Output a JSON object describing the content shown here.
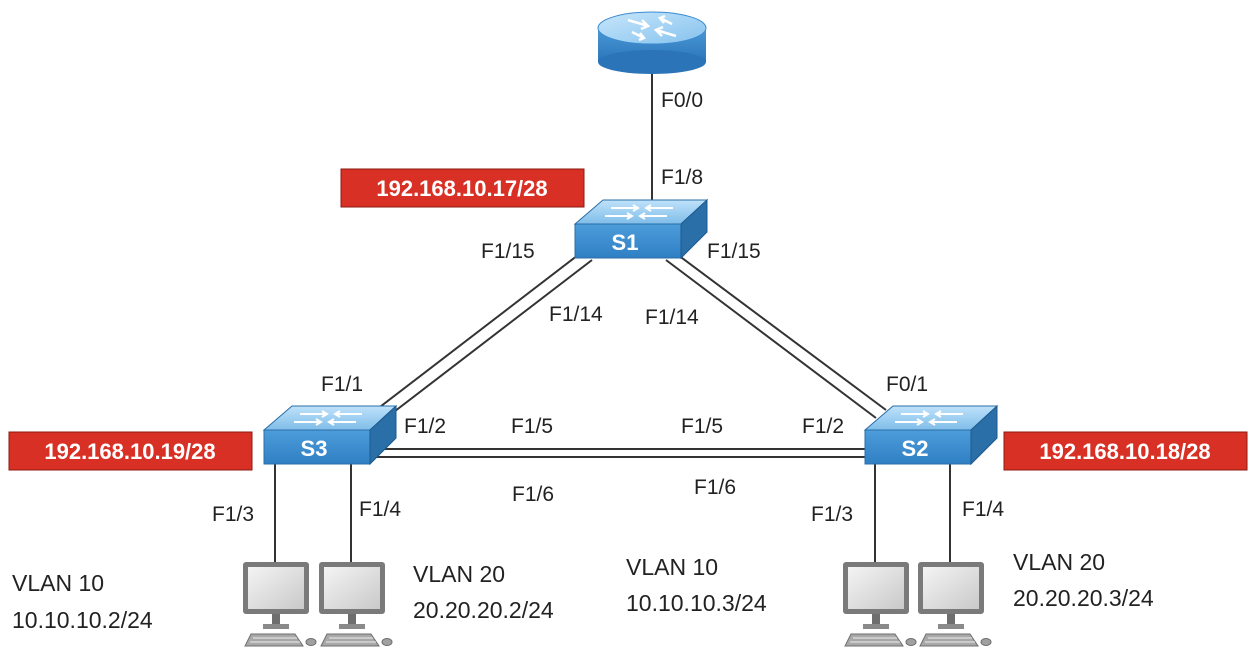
{
  "colors": {
    "ip_badge_fill": "#d93025",
    "ip_badge_border": "#8b1a10",
    "switch_top": "#9fd0f2",
    "switch_front": "#3c8fd1",
    "switch_side": "#2a6fa8",
    "router_top": "#a8d4f5",
    "router_side": "#3b8bd0"
  },
  "devices": {
    "router": {
      "icon": "router-icon"
    },
    "s1": {
      "name": "S1",
      "ip": "192.168.10.17/28",
      "icon": "switch-icon"
    },
    "s2": {
      "name": "S2",
      "ip": "192.168.10.18/28",
      "icon": "switch-icon"
    },
    "s3": {
      "name": "S3",
      "ip": "192.168.10.19/28",
      "icon": "switch-icon"
    }
  },
  "ports": {
    "router_f0_0": "F0/0",
    "s1_f1_8": "F1/8",
    "s1_f1_15_left": "F1/15",
    "s1_f1_15_right": "F1/15",
    "s1_f1_14_left": "F1/14",
    "s1_f1_14_right": "F1/14",
    "s3_f1_1": "F1/1",
    "s3_f1_2": "F1/2",
    "s3_f1_5": "F1/5",
    "s3_f1_6": "F1/6",
    "s3_f1_3": "F1/3",
    "s3_f1_4": "F1/4",
    "s2_f0_1": "F0/1",
    "s2_f1_2": "F1/2",
    "s2_f1_5": "F1/5",
    "s2_f1_6": "F1/6",
    "s2_f1_3": "F1/3",
    "s2_f1_4": "F1/4"
  },
  "hosts": [
    {
      "vlan": "VLAN 10",
      "ip": "10.10.10.2/24",
      "icon": "computer-icon"
    },
    {
      "vlan": "VLAN 20",
      "ip": "20.20.20.2/24",
      "icon": "computer-icon"
    },
    {
      "vlan": "VLAN 10",
      "ip": "10.10.10.3/24",
      "icon": "computer-icon"
    },
    {
      "vlan": "VLAN 20",
      "ip": "20.20.20.3/24",
      "icon": "computer-icon"
    }
  ]
}
